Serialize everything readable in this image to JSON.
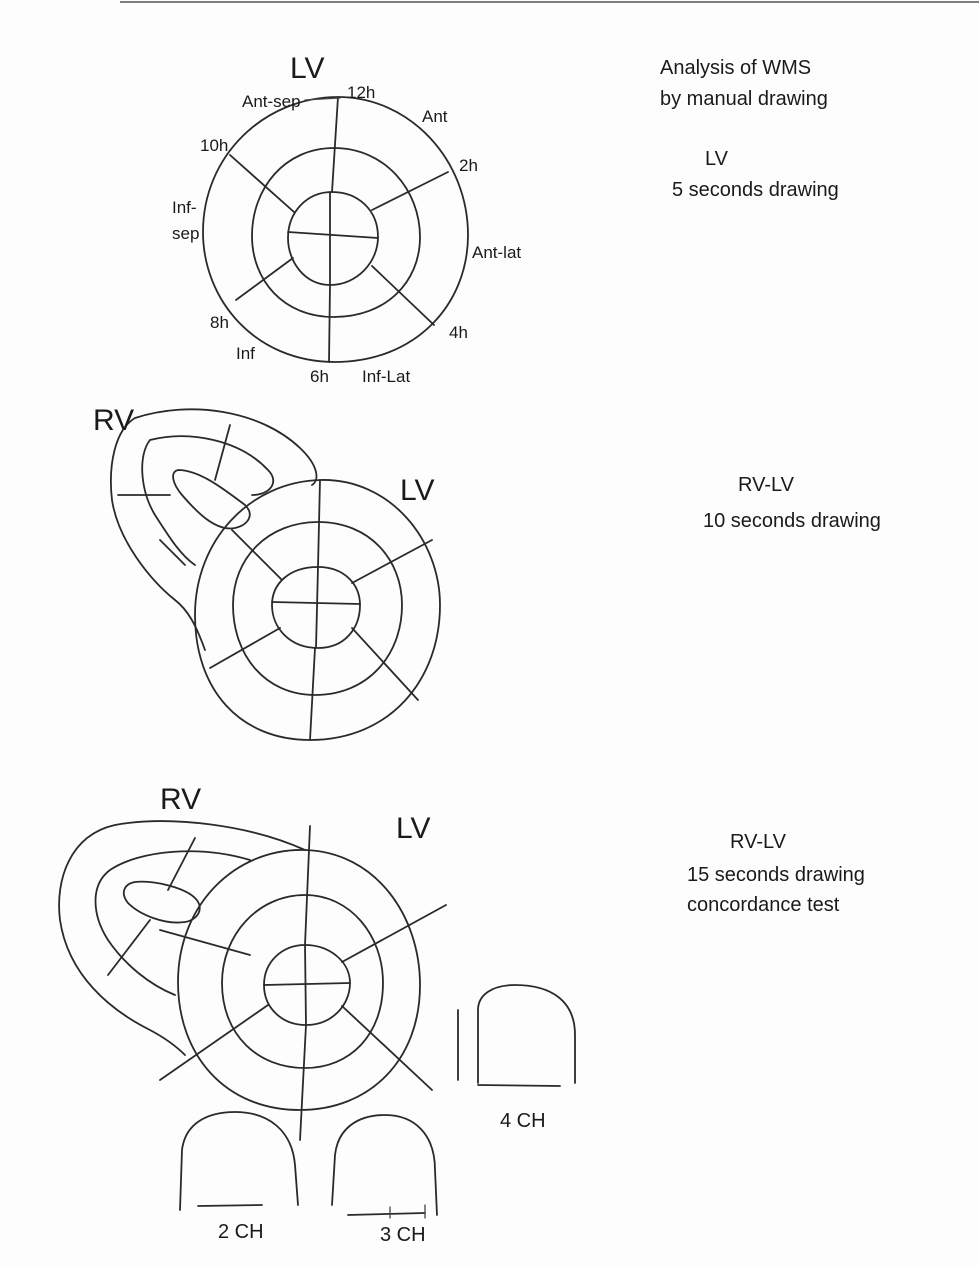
{
  "notes": {
    "title_line1": "Analysis of WMS",
    "title_line2": "by manual drawing",
    "lv_heading": "LV",
    "lv_time": "5 seconds drawing",
    "rvlv_heading": "RV-LV",
    "rvlv_time": "10 seconds drawing",
    "rvlv2_heading": "RV-LV",
    "rvlv2_time": "15 seconds drawing",
    "rvlv2_extra": "concordance test"
  },
  "diagram1": {
    "title": "LV",
    "labels": {
      "h12": "12h",
      "ant": "Ant",
      "h2": "2h",
      "antlat": "Ant-lat",
      "h4": "4h",
      "inflat": "Inf-Lat",
      "h6": "6h",
      "inf": "Inf",
      "h8": "8h",
      "infsep1": "Inf-",
      "infsep2": "sep",
      "h10": "10h",
      "antsep": "Ant-sep"
    }
  },
  "diagram2": {
    "rv_label": "RV",
    "lv_label": "LV"
  },
  "diagram3": {
    "rv_label": "RV",
    "lv_label": "LV",
    "views": {
      "ch4": "4 CH",
      "ch2": "2 CH",
      "ch3": "3 CH"
    }
  }
}
